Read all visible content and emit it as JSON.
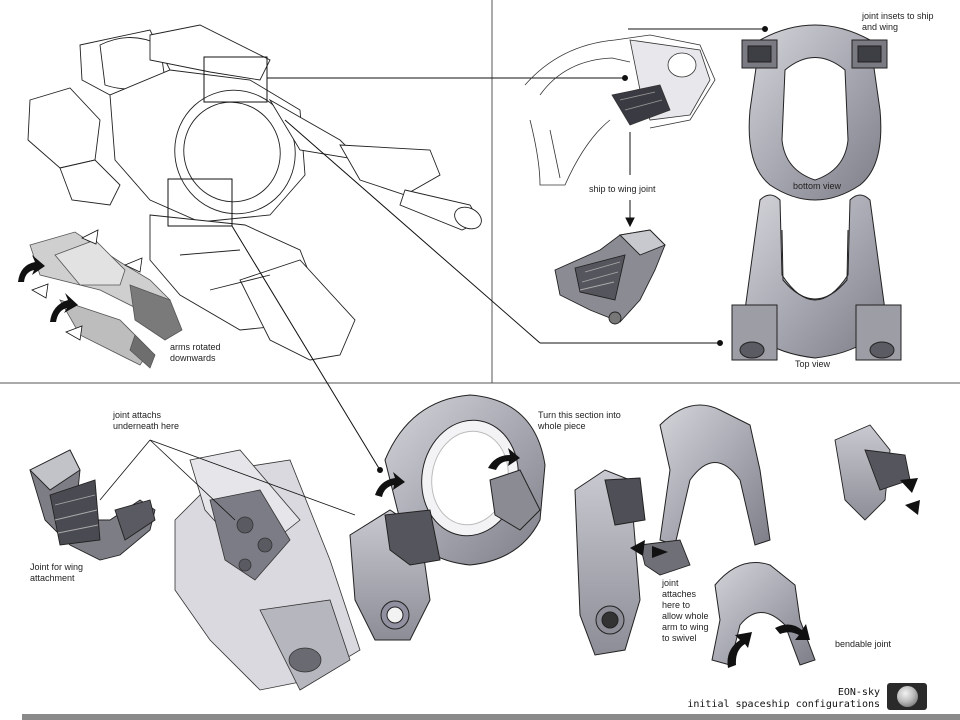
{
  "annotations": {
    "joint_insets": "joint insets to ship\nand wing",
    "ship_to_wing": "ship to wing joint",
    "bottom_view": "bottom view",
    "top_view": "Top view",
    "arms_rotated": "arms rotated\ndownwards",
    "joint_underneath": "joint attachs\nunderneath here",
    "joint_wing_attach": "Joint for wing\nattachment",
    "turn_section": "Turn this section into\nwhole piece",
    "joint_swivel": "joint\nattaches\nhere to\nallow whole\narm to wing\nto swivel",
    "bendable_joint": "bendable joint"
  },
  "signature": {
    "name": "EON-sky",
    "subtitle": "initial spaceship configurations"
  },
  "colors": {
    "ink": "#222222",
    "metal_gray": "#b9b9c2",
    "metal_dark": "#6f6f78",
    "panel_line": "#666666"
  },
  "icons": {
    "rotation_arrows": "curved-arrow-icon",
    "moon_logo": "moon-logo-icon"
  }
}
